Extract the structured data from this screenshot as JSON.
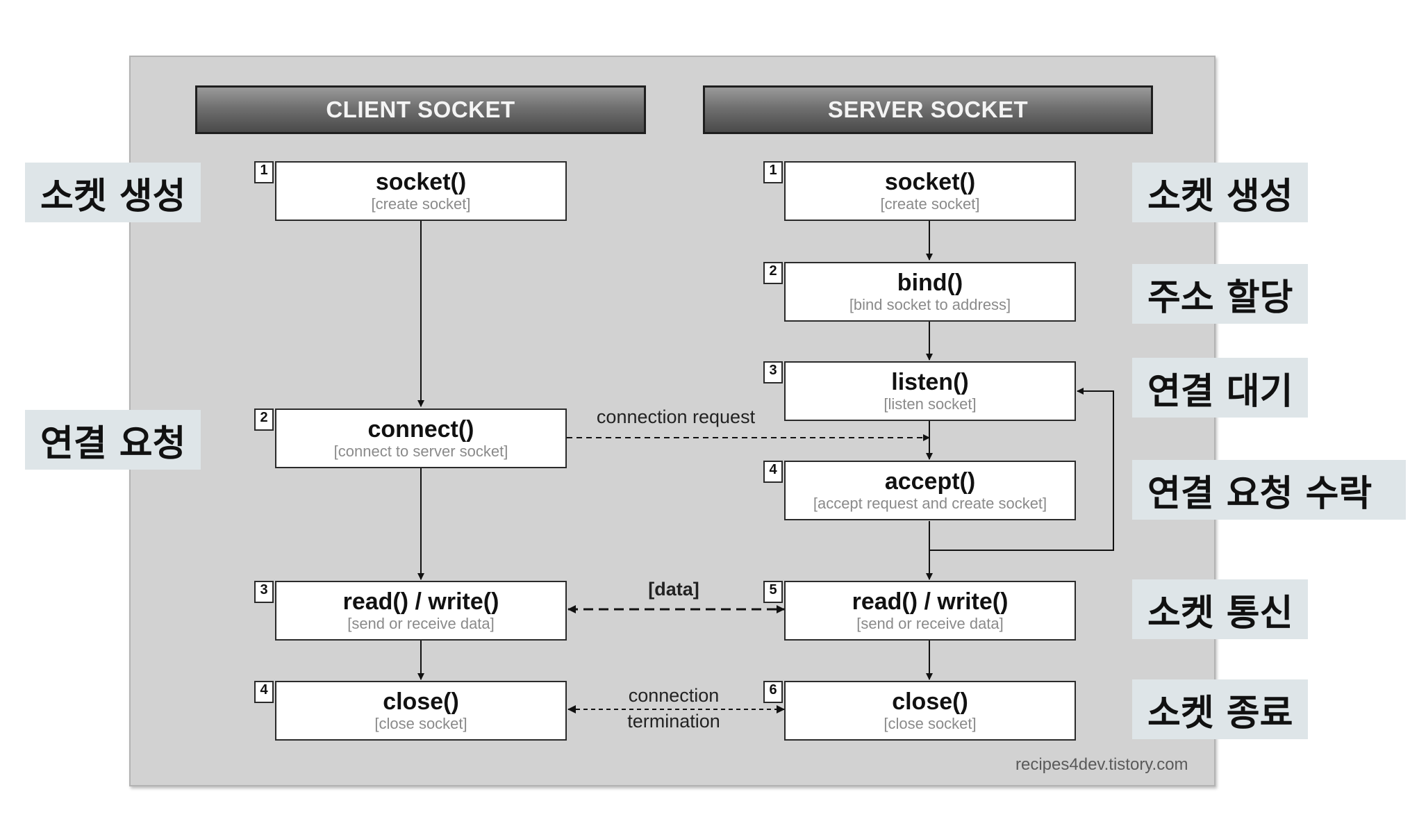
{
  "headers": {
    "client": "CLIENT SOCKET",
    "server": "SERVER SOCKET"
  },
  "client_steps": [
    {
      "num": "1",
      "fn": "socket()",
      "desc": "[create socket]"
    },
    {
      "num": "2",
      "fn": "connect()",
      "desc": "[connect to server socket]"
    },
    {
      "num": "3",
      "fn": "read() / write()",
      "desc": "[send or receive data]"
    },
    {
      "num": "4",
      "fn": "close()",
      "desc": "[close socket]"
    }
  ],
  "server_steps": [
    {
      "num": "1",
      "fn": "socket()",
      "desc": "[create socket]"
    },
    {
      "num": "2",
      "fn": "bind()",
      "desc": "[bind socket to address]"
    },
    {
      "num": "3",
      "fn": "listen()",
      "desc": "[listen socket]"
    },
    {
      "num": "4",
      "fn": "accept()",
      "desc": "[accept request and create socket]"
    },
    {
      "num": "5",
      "fn": "read() / write()",
      "desc": "[send or receive data]"
    },
    {
      "num": "6",
      "fn": "close()",
      "desc": "[close socket]"
    }
  ],
  "flow_labels": {
    "connection_request": "connection request",
    "data": "[data]",
    "connection_termination_line1": "connection",
    "connection_termination_line2": "termination"
  },
  "left_labels": {
    "create": "소켓 생성",
    "connect": "연결 요청"
  },
  "right_labels": {
    "create": "소켓 생성",
    "bind": "주소 할당",
    "listen": "연결 대기",
    "accept": "연결 요청 수락",
    "communicate": "소켓 통신",
    "close": "소켓 종료"
  },
  "credit": "recipes4dev.tistory.com"
}
